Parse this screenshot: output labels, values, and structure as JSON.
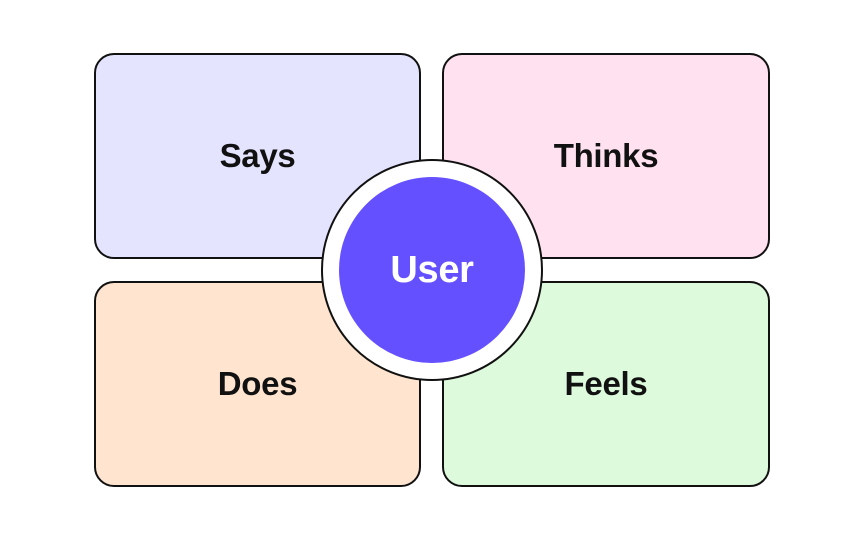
{
  "diagram": {
    "quadrants": {
      "says": {
        "label": "Says",
        "fill": "#E4E4FF"
      },
      "thinks": {
        "label": "Thinks",
        "fill": "#FFE1F0"
      },
      "does": {
        "label": "Does",
        "fill": "#FFE5D0"
      },
      "feels": {
        "label": "Feels",
        "fill": "#DDFADD"
      }
    },
    "center": {
      "label": "User",
      "fill": "#6550FF"
    },
    "outline_color": "#111111"
  }
}
